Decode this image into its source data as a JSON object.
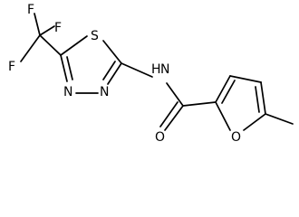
{
  "molecule": {
    "atoms": {
      "f1": "F",
      "f2": "F",
      "f3": "F",
      "s": "S",
      "n3": "N",
      "n4": "N",
      "nh": "N",
      "h": "H",
      "o_carbonyl": "O",
      "o_furan": "O"
    }
  }
}
